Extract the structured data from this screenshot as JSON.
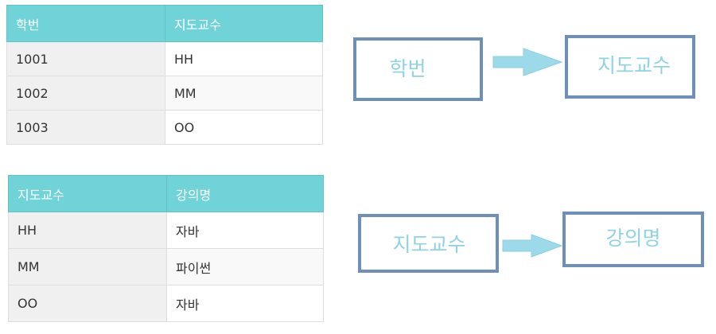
{
  "tables": [
    {
      "headers": [
        "학번",
        "지도교수"
      ],
      "rows": [
        [
          "1001",
          "HH"
        ],
        [
          "1002",
          "MM"
        ],
        [
          "1003",
          "OO"
        ]
      ]
    },
    {
      "headers": [
        "지도교수",
        "강의명"
      ],
      "rows": [
        [
          "HH",
          "자바"
        ],
        [
          "MM",
          "파이썬"
        ],
        [
          "OO",
          "자바"
        ]
      ]
    }
  ],
  "dependencies": [
    {
      "from": "학번",
      "to": "지도교수"
    },
    {
      "from": "지도교수",
      "to": "강의명"
    }
  ],
  "colors": {
    "header_bg": "#6fd3d8",
    "box_border": "#6d8fb8",
    "box_text": "#8fd3e3",
    "arrow": "#9cdaea"
  }
}
